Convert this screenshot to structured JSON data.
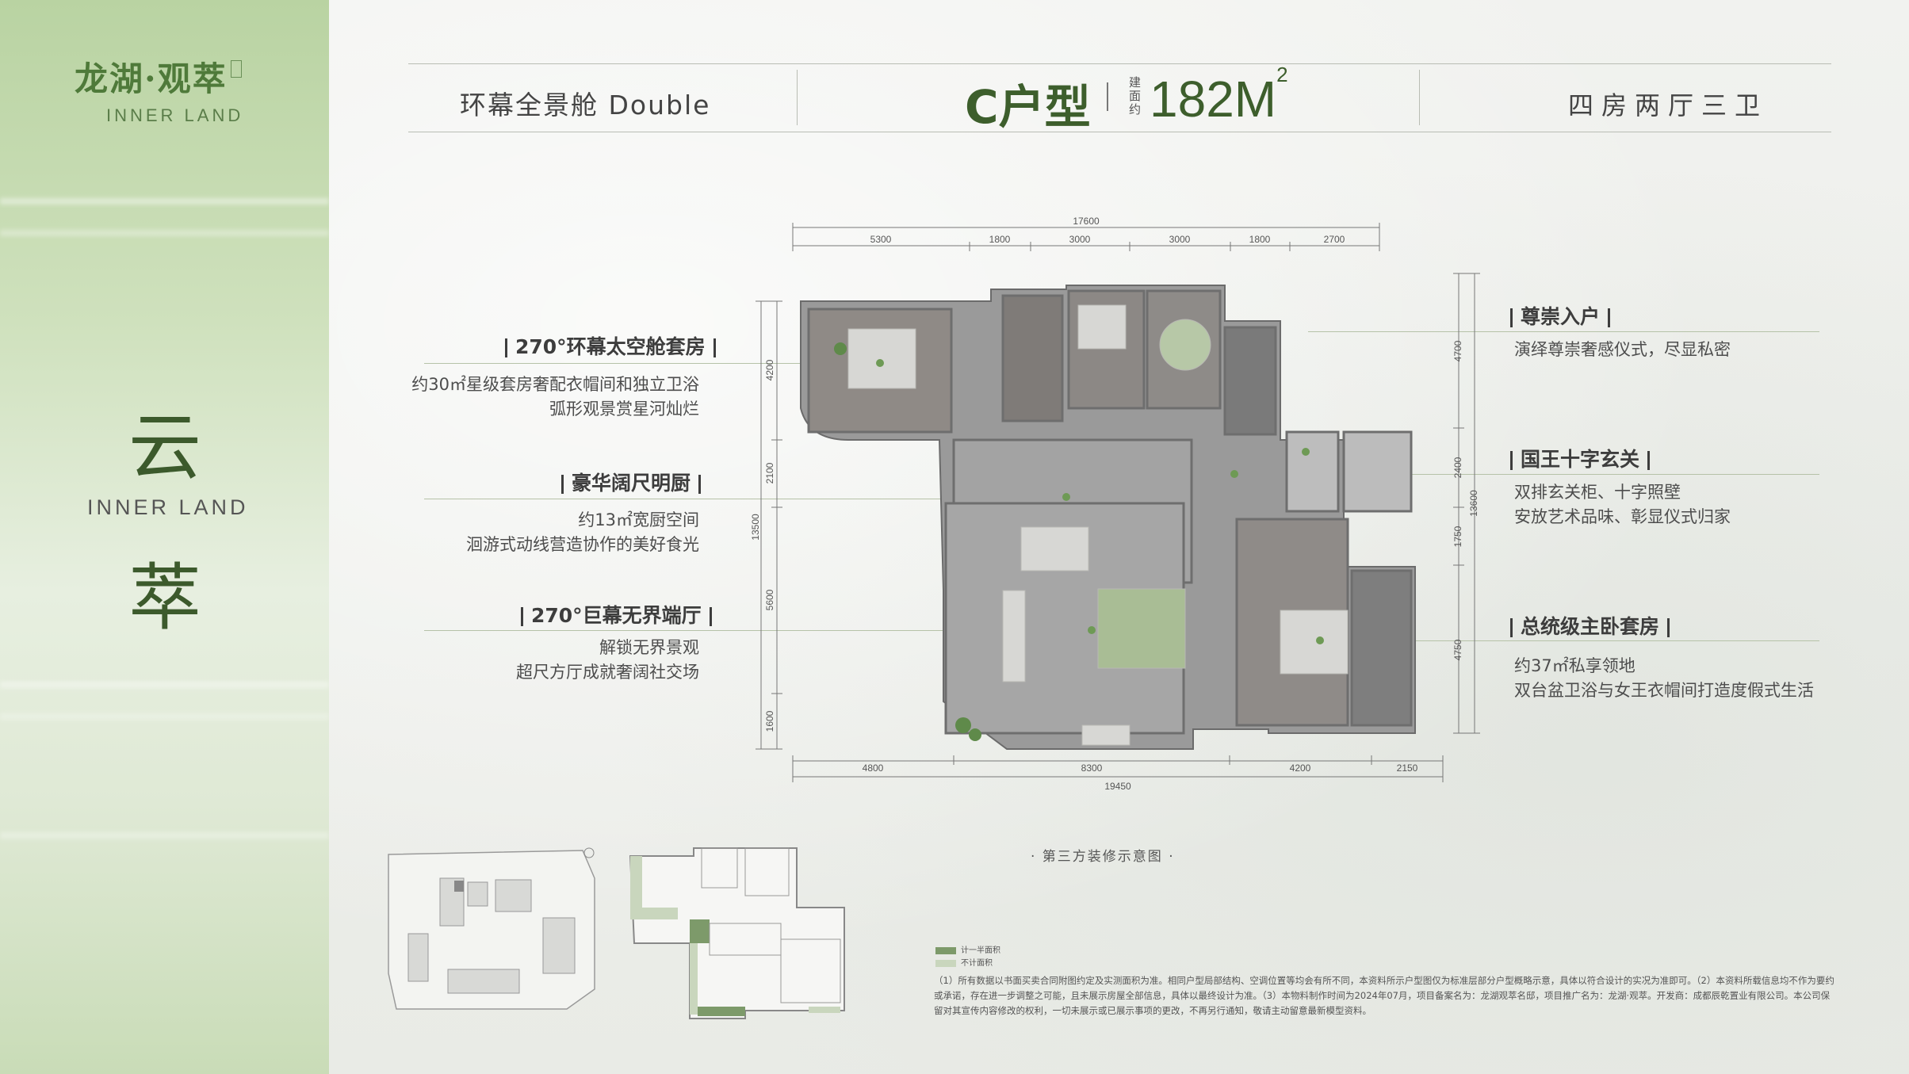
{
  "brand": {
    "name_cn": "龙湖·观萃",
    "name_en": "INNER LAND"
  },
  "side": {
    "char1": "云",
    "subtitle_en": "INNER LAND",
    "char2": "萃"
  },
  "header": {
    "left_title": "环幕全景舱 Double",
    "unit_type": "C户型",
    "area_label": "建面约",
    "area_value": "182M",
    "area_sup": "2",
    "layout": "四房两厅三卫"
  },
  "annotations": {
    "suite": {
      "title": "270°环幕太空舱套房",
      "lines": [
        "约30㎡星级套房奢配衣帽间和独立卫浴",
        "弧形观景赏星河灿烂"
      ]
    },
    "kitchen": {
      "title": "豪华阔尺明厨",
      "lines": [
        "约13㎡宽厨空间",
        "洄游式动线营造协作的美好食光"
      ]
    },
    "living": {
      "title": "270°巨幕无界端厅",
      "lines": [
        "解锁无界景观",
        "超尺方厅成就奢阔社交场"
      ]
    },
    "entry": {
      "title": "尊崇入户",
      "lines": [
        "演绎尊崇奢感仪式，尽显私密"
      ]
    },
    "foyer": {
      "title": "国王十字玄关",
      "lines": [
        "双排玄关柜、十字照壁",
        "安放艺术品味、彰显仪式归家"
      ]
    },
    "master": {
      "title": "总统级主卧套房",
      "lines": [
        "约37㎡私享领地",
        "双台盆卫浴与女王衣帽间打造度假式生活"
      ]
    }
  },
  "dimensions": {
    "top_total": "17600",
    "top": [
      "5300",
      "1800",
      "3000",
      "3000",
      "1800",
      "2700"
    ],
    "bottom": [
      "4800",
      "8300",
      "4200",
      "2150"
    ],
    "bottom_total": "19450",
    "left": [
      "4200",
      "2100",
      "5600",
      "1600"
    ],
    "left_total": "13500",
    "right": [
      "4700",
      "2400",
      "1750",
      "4750"
    ],
    "right_total": "13600"
  },
  "caption": "· 第三方装修示意图 ·",
  "legend": {
    "half": "计一半面积",
    "none": "不计面积"
  },
  "colors": {
    "accent": "#3d5e2c",
    "legend_half": "#7d9a6a",
    "legend_none": "#c9d6bd"
  },
  "footnote": "（1）所有数据以书面买卖合同附图约定及实测面积为准。相同户型局部结构、空调位置等均会有所不同，本资料所示户型图仅为标准层部分户型概略示意，具体以符合设计的实况为准即可。（2）本资料所载信息均不作为要约或承诺，存在进一步调整之可能，且未展示房屋全部信息，具体以最终设计为准。（3）本物料制作时间为2024年07月，项目备案名为：龙湖观萃名邸，项目推广名为：龙湖·观萃。开发商：成都辰乾置业有限公司。本公司保留对其宣传内容修改的权利，一切未展示或已展示事项的更改，不再另行通知，敬请主动留意最新模型资料。"
}
